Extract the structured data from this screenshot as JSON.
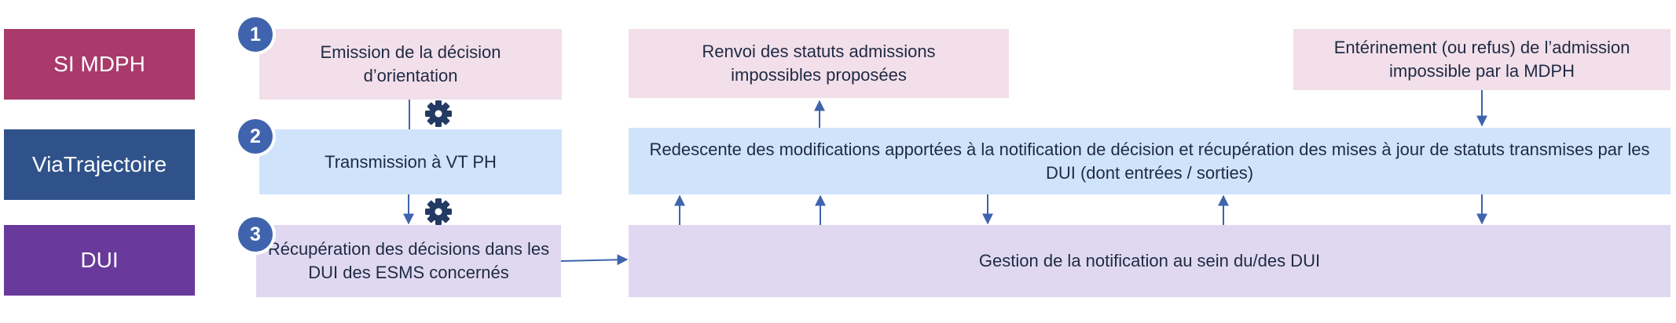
{
  "lanes": {
    "si_mdph": {
      "label": "SI MDPH",
      "color": "#a93a6b"
    },
    "viatrajectoire": {
      "label": "ViaTrajectoire",
      "color": "#30528a"
    },
    "dui": {
      "label": "DUI",
      "color": "#69399b"
    }
  },
  "steps": {
    "step1": {
      "number": "1",
      "text": "Emission de la décision d’orientation"
    },
    "step2": {
      "number": "2",
      "text": "Transmission à VT PH"
    },
    "step3": {
      "number": "3",
      "text": "Récupération des décisions dans les DUI des ESMS concernés"
    }
  },
  "boxes": {
    "renvoi": "Renvoi des statuts admissions impossibles proposées",
    "enterinement": "Entérinement (ou refus) de l’admission impossible par la MDPH",
    "redescente": "Redescente des modifications apportées à la notification de décision et récupération des mises à jour de statuts transmises par les DUI (dont entrées / sorties)",
    "gestion": "Gestion de la notification au sein du/des DUI"
  },
  "colors": {
    "pink_box": "#f2dfe9",
    "blue_box": "#cfe3fb",
    "purple_box": "#e0d8f1",
    "badge": "#3f64ad",
    "arrow": "#3f64ad"
  },
  "icons": [
    "gear-icon",
    "gear-icon"
  ]
}
